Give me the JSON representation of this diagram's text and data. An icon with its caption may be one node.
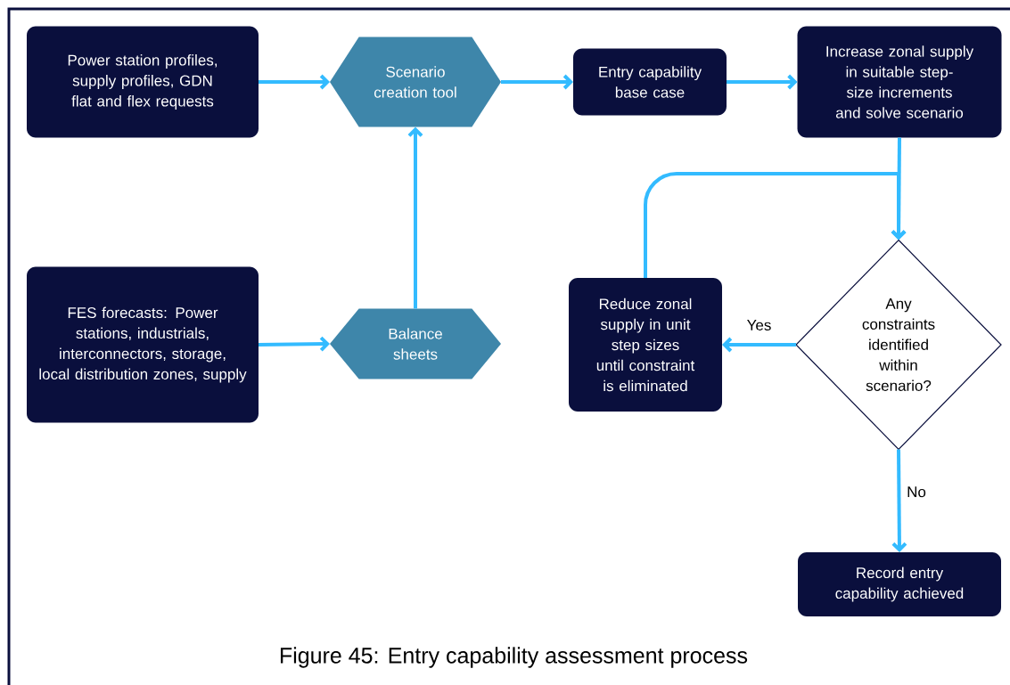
{
  "diagram": {
    "caption": "Figure 45: Entry capability assessment process",
    "nodes": [
      {
        "text": [
          "Power station profiles, supply profiles, GDN flat and flex requests"
        ]
      },
      {
        "text": [
          "Scenario creation tool"
        ]
      },
      {
        "text": [
          "Entry capability base case"
        ]
      },
      {
        "text": [
          "Increase zonal supply in suitable step-size increments and solve scenario"
        ]
      },
      {
        "text": [
          "FES forecasts: Power stations, industrials, interconnectors, storage, local distribution zones, supply"
        ]
      },
      {
        "text": [
          "Balance sheets"
        ]
      },
      {
        "text": [
          "Reduce zonal supply in unit step sizes until constraint is eliminated"
        ]
      },
      {
        "text": [
          "Any constraints identified within scenario?"
        ]
      },
      {
        "text": [
          "Record entry capability achieved"
        ]
      }
    ],
    "edges": [
      {
        "from": 0,
        "to": 1,
        "arrow": "to"
      },
      {
        "from": 4,
        "to": 5,
        "arrow": "to"
      },
      {
        "from": 5,
        "to": 1,
        "arrow": "to"
      },
      {
        "from": 1,
        "to": 2,
        "arrow": "to"
      },
      {
        "from": 2,
        "to": 3,
        "arrow": "to"
      },
      {
        "from": 3,
        "to": 7,
        "arrow": "to"
      },
      {
        "from": 7,
        "to": 6,
        "arrow": "to",
        "label": "Yes"
      },
      {
        "from": 6,
        "to": 7,
        "arrow": "to"
      },
      {
        "from": 7,
        "to": 8,
        "arrow": "to",
        "label": "No"
      }
    ]
  }
}
